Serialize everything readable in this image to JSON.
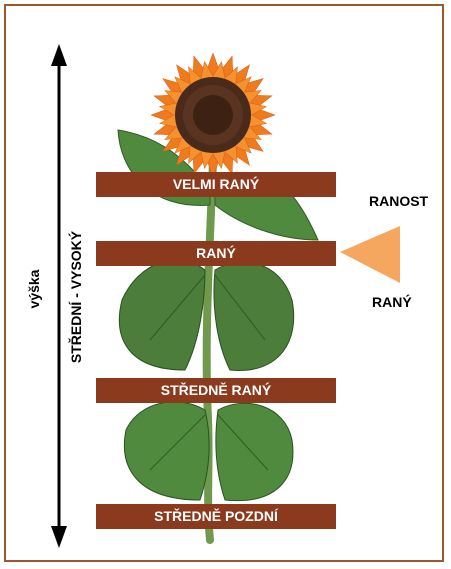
{
  "labels": {
    "axis_main": "výška",
    "axis_class": "STŘEDNÍ - VYSOKÝ"
  },
  "bands": {
    "velmi_rany": "VELMI RANÝ",
    "rany": "RANÝ",
    "stredne_rany": "STŘEDNĚ RANÝ",
    "stredne_pozdni": "STŘEDNĚ POZDNÍ"
  },
  "ranost": {
    "title": "RANOST",
    "value": "RANÝ"
  },
  "colors": {
    "frame_border": "#9c5a2c",
    "band_fill": "#8b3a1e",
    "band_text": "#ffffff",
    "indicator": "#f5a760",
    "petal": "#f07a1e",
    "flower_center": "#4a2a1a",
    "leaf": "#4c7d3a",
    "stem": "#6f9a4d"
  },
  "illustration": {
    "subject": "sunflower",
    "icon": "sunflower-illustration"
  }
}
